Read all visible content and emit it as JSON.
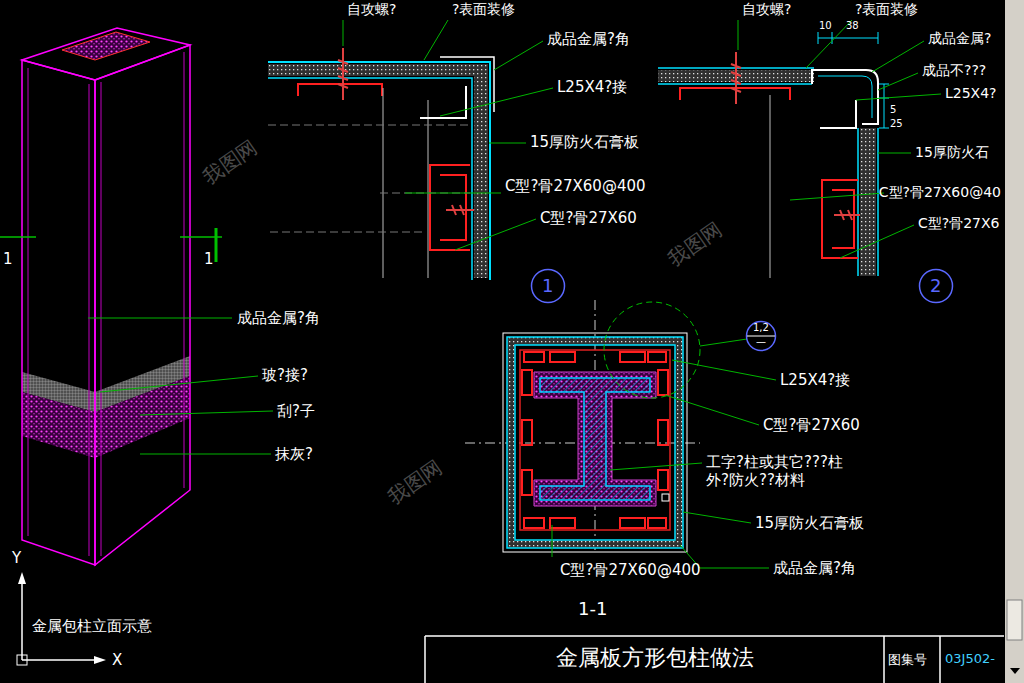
{
  "diagram": {
    "nodes": [
      {
        "text": [
          "1"
        ]
      },
      {
        "text": [
          "2"
        ]
      },
      {
        "text": [
          "1,2",
          "—"
        ]
      },
      {
        "text": [
          "金属板方形包柱做法",
          "图集号",
          "03J502-"
        ]
      }
    ],
    "labels": [
      "自攻螺?",
      "?表面装修",
      "成品金属?角",
      "L25X4?接",
      "15厚防火石膏板",
      "C型?骨27X60@400",
      "C型?骨27X60",
      "自攻螺?",
      "?表面装修",
      "10",
      "38",
      "成品金属?",
      "成品不???",
      "L25X4?",
      "5",
      "25",
      "15厚防火石",
      "C型?骨27X60@40",
      "C型?骨27X6",
      "1",
      "1",
      "成品金属?角",
      "玻?接?",
      "刮?子",
      "抹灰?",
      "L25X4?接",
      "C型?骨27X60",
      "工字?柱或其它???柱 外?防火??材料",
      "15厚防火石膏板",
      "C型?骨27X60@400",
      "成品金属?角",
      "1-1",
      "Y",
      "X",
      "金属包柱立面示意",
      "我图网",
      "我图网",
      "我图网"
    ]
  }
}
